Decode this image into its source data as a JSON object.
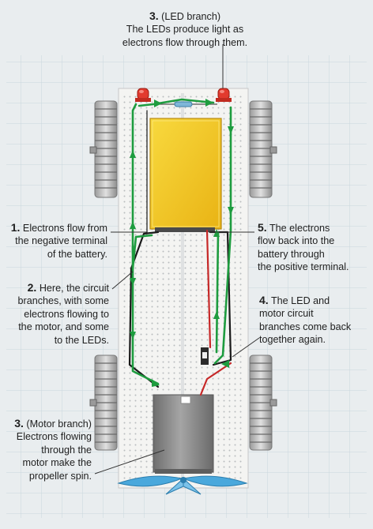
{
  "labels": {
    "led_branch": {
      "number": "3.",
      "lines": [
        "(LED branch)",
        "The LEDs produce light as",
        "electrons flow through them."
      ]
    },
    "step1": {
      "number": "1.",
      "lines": [
        "Electrons flow from",
        "the negative terminal",
        "of the battery."
      ]
    },
    "step2": {
      "number": "2.",
      "lines": [
        "Here, the circuit",
        "branches, with some",
        "electrons flowing to",
        "the motor, and some",
        "to the LEDs."
      ]
    },
    "motor_branch": {
      "number": "3.",
      "lines": [
        "(Motor branch)",
        "Electrons flowing",
        "through the",
        "motor make the",
        "propeller spin."
      ]
    },
    "step4": {
      "number": "4.",
      "lines": [
        "The LED and",
        "motor circuit",
        "branches come back",
        "together again."
      ]
    },
    "step5": {
      "number": "5.",
      "lines": [
        "The electrons",
        "flow back into the",
        "battery through",
        "the positive terminal."
      ]
    }
  },
  "colors": {
    "arrow": "#1e9c3f",
    "battery": "#f3c41f",
    "motor": "#8c8c8c",
    "propeller": "#4aa8dc",
    "led": "#e23a2e",
    "wire_red": "#c62828",
    "wire_black": "#1a1a1a"
  }
}
